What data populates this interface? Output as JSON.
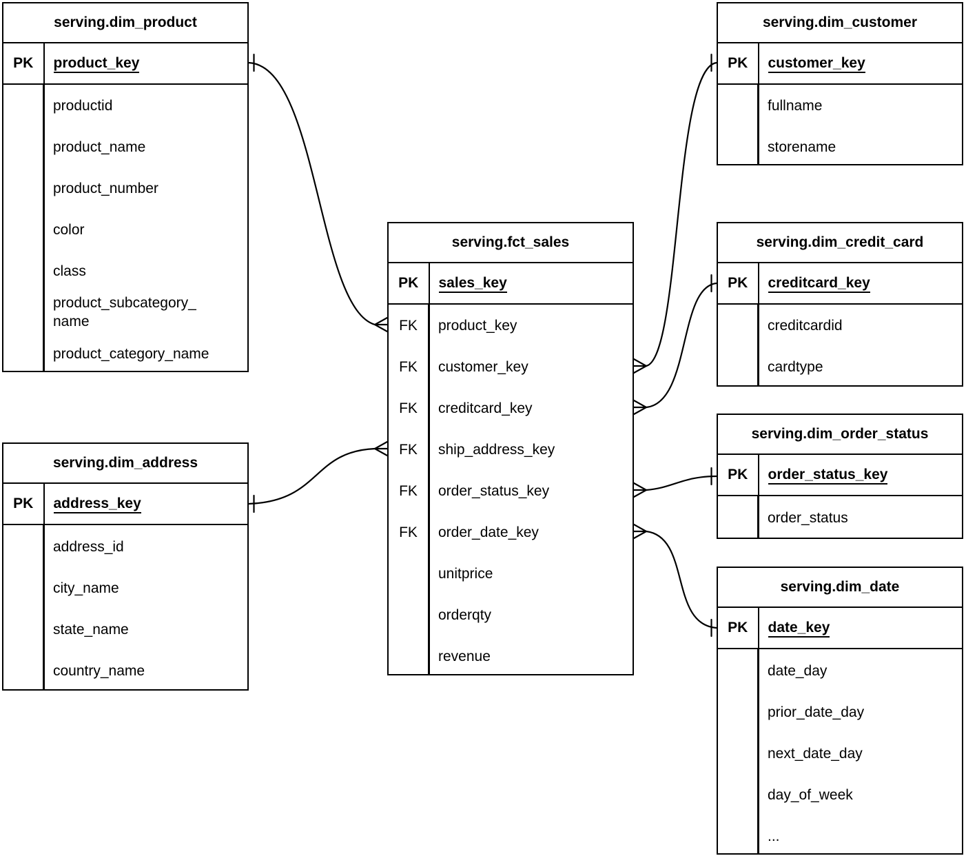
{
  "diagram": {
    "notation": "crows-foot-er",
    "schema": "serving"
  },
  "colors": {
    "line": "#000000",
    "text": "#000000",
    "background": "#ffffff"
  },
  "labels": {
    "pk": "PK",
    "fk": "FK"
  },
  "entities": {
    "dim_product": {
      "title": "serving.dim_product",
      "pk_label": "PK",
      "pk_field": "product_key",
      "fields": [
        "productid",
        "product_name",
        "product_number",
        "color",
        "class",
        "product_subcategory_\nname",
        "product_category_name"
      ]
    },
    "dim_address": {
      "title": "serving.dim_address",
      "pk_label": "PK",
      "pk_field": "address_key",
      "fields": [
        "address_id",
        "city_name",
        "state_name",
        "country_name"
      ]
    },
    "fct_sales": {
      "title": "serving.fct_sales",
      "pk_label": "PK",
      "pk_field": "sales_key",
      "fk_label": "FK",
      "fk_fields": [
        "product_key",
        "customer_key",
        "creditcard_key",
        "ship_address_key",
        "order_status_key",
        "order_date_key"
      ],
      "measure_fields": [
        "unitprice",
        "orderqty",
        "revenue"
      ]
    },
    "dim_customer": {
      "title": "serving.dim_customer",
      "pk_label": "PK",
      "pk_field": "customer_key",
      "fields": [
        "fullname",
        "storename"
      ]
    },
    "dim_credit_card": {
      "title": "serving.dim_credit_card",
      "pk_label": "PK",
      "pk_field": "creditcard_key",
      "fields": [
        "creditcardid",
        "cardtype"
      ]
    },
    "dim_order_status": {
      "title": "serving.dim_order_status",
      "pk_label": "PK",
      "pk_field": "order_status_key",
      "fields": [
        "order_status"
      ]
    },
    "dim_date": {
      "title": "serving.dim_date",
      "pk_label": "PK",
      "pk_field": "date_key",
      "fields": [
        "date_day",
        "prior_date_day",
        "next_date_day",
        "day_of_week",
        "..."
      ]
    }
  },
  "relationships": [
    {
      "fact": "serving.fct_sales",
      "fact_field": "product_key",
      "fact_cardinality": "many",
      "dim": "serving.dim_product",
      "dim_field": "product_key",
      "dim_cardinality": "one"
    },
    {
      "fact": "serving.fct_sales",
      "fact_field": "ship_address_key",
      "fact_cardinality": "many",
      "dim": "serving.dim_address",
      "dim_field": "address_key",
      "dim_cardinality": "one"
    },
    {
      "fact": "serving.fct_sales",
      "fact_field": "customer_key",
      "fact_cardinality": "many",
      "dim": "serving.dim_customer",
      "dim_field": "customer_key",
      "dim_cardinality": "one"
    },
    {
      "fact": "serving.fct_sales",
      "fact_field": "creditcard_key",
      "fact_cardinality": "many",
      "dim": "serving.dim_credit_card",
      "dim_field": "creditcard_key",
      "dim_cardinality": "one"
    },
    {
      "fact": "serving.fct_sales",
      "fact_field": "order_status_key",
      "fact_cardinality": "many",
      "dim": "serving.dim_order_status",
      "dim_field": "order_status_key",
      "dim_cardinality": "one"
    },
    {
      "fact": "serving.fct_sales",
      "fact_field": "order_date_key",
      "fact_cardinality": "many",
      "dim": "serving.dim_date",
      "dim_field": "date_key",
      "dim_cardinality": "one"
    }
  ]
}
